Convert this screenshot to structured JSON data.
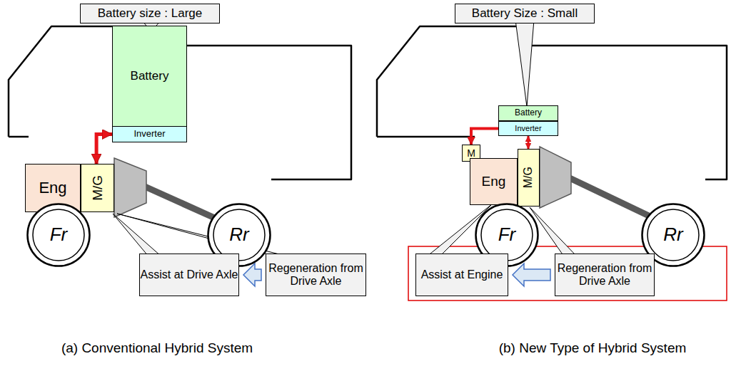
{
  "diagram": {
    "nodes": [
      {
        "text": [
          "Battery size : Large"
        ]
      },
      {
        "text": [
          "Battery"
        ]
      },
      {
        "text": [
          "Inverter"
        ]
      },
      {
        "text": [
          "Eng"
        ]
      },
      {
        "text": [
          "M/G"
        ]
      },
      {
        "text": [
          "Fr"
        ]
      },
      {
        "text": [
          "Rr"
        ]
      },
      {
        "text": [
          "Assist at Drive Axle"
        ]
      },
      {
        "text": [
          "Regeneration from Drive Axle"
        ]
      },
      {
        "text": [
          "Battery Size : Small"
        ]
      },
      {
        "text": [
          "Battery"
        ]
      },
      {
        "text": [
          "Inverter"
        ]
      },
      {
        "text": [
          "M"
        ]
      },
      {
        "text": [
          "Eng"
        ]
      },
      {
        "text": [
          "M/G"
        ]
      },
      {
        "text": [
          "Fr"
        ]
      },
      {
        "text": [
          "Rr"
        ]
      },
      {
        "text": [
          "Assist at Engine"
        ]
      },
      {
        "text": [
          "Regeneration from Drive Axle"
        ]
      }
    ],
    "edges": [
      {
        "from": 2,
        "to": 4,
        "arrow": "both"
      },
      {
        "from": 8,
        "to": 7,
        "arrow": "to"
      },
      {
        "from": 11,
        "to": 12,
        "arrow": "to"
      },
      {
        "from": 11,
        "to": 14,
        "arrow": "both"
      },
      {
        "from": 18,
        "to": 17,
        "arrow": "to"
      }
    ],
    "labels": [
      "(a) Conventional Hybrid System",
      "(b) New Type of Hybrid System"
    ]
  }
}
